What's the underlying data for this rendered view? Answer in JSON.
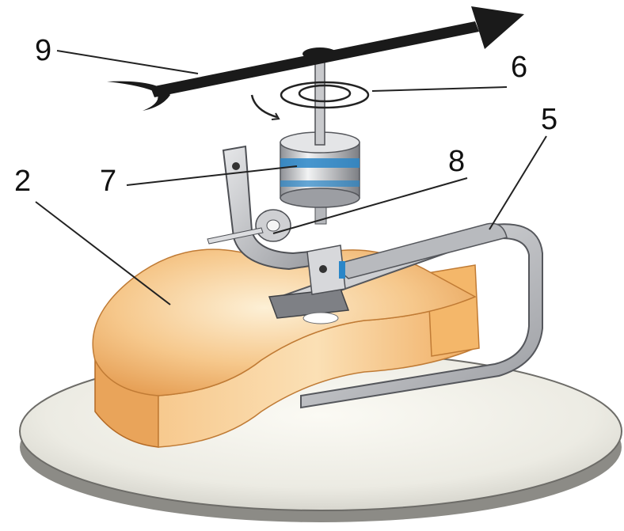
{
  "labels": {
    "l9": "9",
    "l6": "6",
    "l5": "5",
    "l8": "8",
    "l7": "7",
    "l2": "2"
  },
  "colors": {
    "disc_light": "#f1efe6",
    "disc_edge": "#7d7d78",
    "cheese_light": "#fbe3b8",
    "cheese_mid": "#f1b468",
    "cheese_dark": "#d9823a",
    "metal_light": "#d9dadc",
    "metal_dark": "#8f9196",
    "accent_blue": "#2a86c8",
    "arrow": "#1a1a1a"
  }
}
